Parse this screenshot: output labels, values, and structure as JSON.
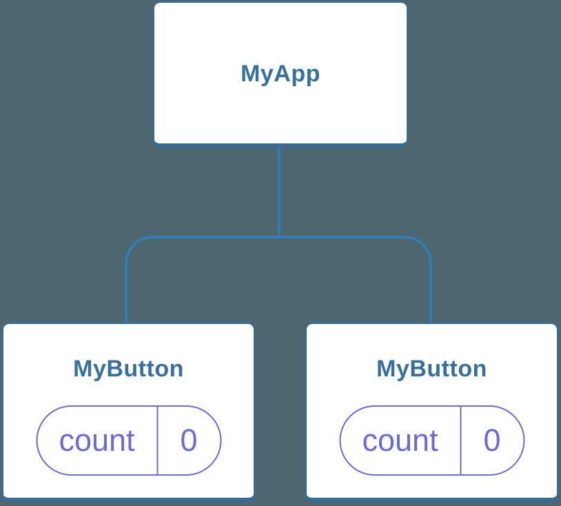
{
  "diagram": {
    "root": {
      "label": "MyApp"
    },
    "children": [
      {
        "label": "MyButton",
        "state": {
          "name": "count",
          "value": "0"
        }
      },
      {
        "label": "MyButton",
        "state": {
          "name": "count",
          "value": "0"
        }
      }
    ]
  },
  "colors": {
    "background": "#4D6670",
    "card_bg": "#FFFFFF",
    "card_border": "#336D9C",
    "connector": "#2E7EB5",
    "title_text": "#35719F",
    "state_accent": "#6A6AD9"
  }
}
